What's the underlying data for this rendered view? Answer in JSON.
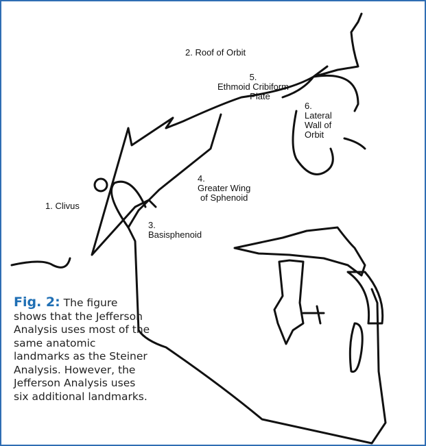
{
  "labels": {
    "roof": "2. Roof of Orbit",
    "ethmoid_num": "5.",
    "ethmoid_l1": "Ethmoid Cribiform",
    "ethmoid_l2": "Plate",
    "lateral_num": "6.",
    "lateral_l1": "Lateral",
    "lateral_l2": "Wall of",
    "lateral_l3": "Orbit",
    "sphenoid_num": "4.",
    "sphenoid_l1": "Greater Wing",
    "sphenoid_l2": "of Sphenoid",
    "clivus": "1. Clivus",
    "basi_num": "3.",
    "basi": "Basisphenoid"
  },
  "caption": {
    "fig_label": "Fig. 2:",
    "text": " The figure shows that the Jefferson Analysis uses most of the same anatomic landmarks as the Steiner Analysis. However, the Jefferson Analysis uses six additional landmarks."
  },
  "colors": {
    "border": "#2f6db3",
    "figure_label": "#1f6fb4"
  }
}
